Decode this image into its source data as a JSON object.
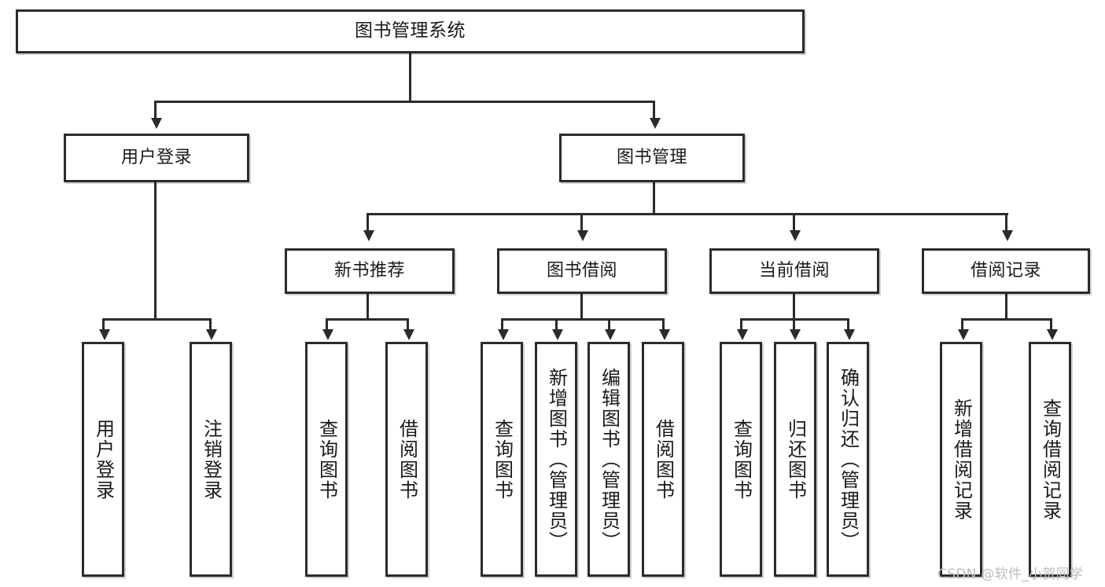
{
  "diagram": {
    "title": "图书管理系统",
    "type": "tree-hierarchy-diagram",
    "watermark": "CSDN @软件_小贺同学",
    "colors": {
      "stroke": "#2b2b2b",
      "fill": "#ffffff",
      "text": "#1a1a1a",
      "watermark": "#bdbdbd"
    }
  },
  "nodes": {
    "root": {
      "label": "图书管理系统"
    },
    "level2": [
      {
        "label": "用户登录"
      },
      {
        "label": "图书管理"
      }
    ],
    "level3": [
      {
        "label": "新书推荐"
      },
      {
        "label": "图书借阅"
      },
      {
        "label": "当前借阅"
      },
      {
        "label": "借阅记录"
      }
    ],
    "leaves": {
      "user_login": [
        {
          "label": "用户登录"
        },
        {
          "label": "注销登录"
        }
      ],
      "new_book_rec": [
        {
          "label": "查询图书"
        },
        {
          "label": "借阅图书"
        }
      ],
      "book_borrow": [
        {
          "label": "查询图书"
        },
        {
          "label": "新增图书（管理员）"
        },
        {
          "label": "编辑图书（管理员）"
        },
        {
          "label": "借阅图书"
        }
      ],
      "current_borrow": [
        {
          "label": "查询图书"
        },
        {
          "label": "归还图书"
        },
        {
          "label": "确认归还（管理员）"
        }
      ],
      "borrow_record": [
        {
          "label": "新增借阅记录"
        },
        {
          "label": "查询借阅记录"
        }
      ]
    }
  }
}
